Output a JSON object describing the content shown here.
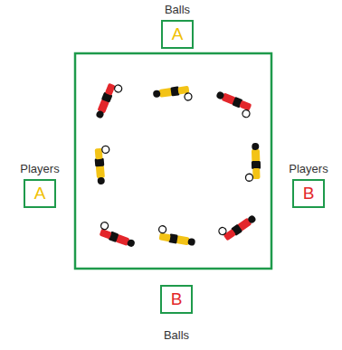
{
  "diagram": {
    "nodes": [
      {
        "text": [
          "Balls",
          "A"
        ]
      },
      {
        "text": [
          "Players",
          "A"
        ]
      },
      {
        "text": [
          "Players",
          "B"
        ]
      },
      {
        "text": [
          "B",
          "Balls"
        ]
      }
    ]
  }
}
